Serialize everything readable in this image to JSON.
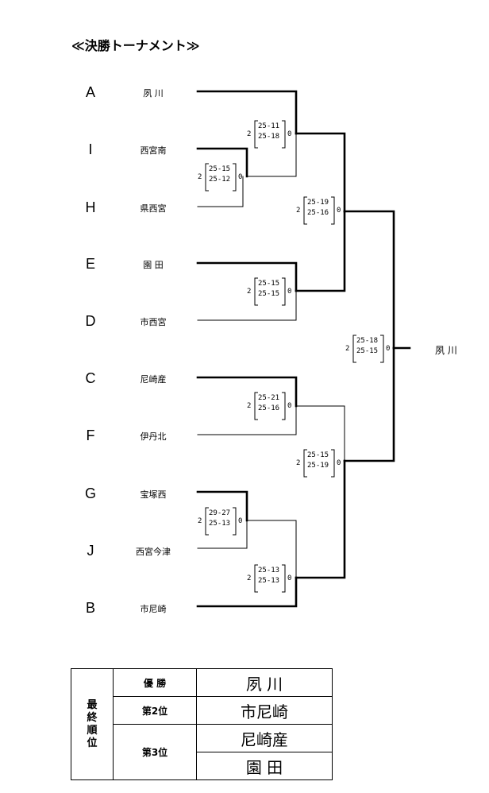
{
  "title": "≪決勝トーナメント≫",
  "bracket": {
    "entries": [
      {
        "seed": "A",
        "team": "夙 川"
      },
      {
        "seed": "I",
        "team": "西宮南"
      },
      {
        "seed": "H",
        "team": "県西宮"
      },
      {
        "seed": "E",
        "team": "園 田"
      },
      {
        "seed": "D",
        "team": "市西宮"
      },
      {
        "seed": "C",
        "team": "尼崎産"
      },
      {
        "seed": "F",
        "team": "伊丹北"
      },
      {
        "seed": "G",
        "team": "宝塚西"
      },
      {
        "seed": "J",
        "team": "西宮今津"
      },
      {
        "seed": "B",
        "team": "市尼崎"
      }
    ],
    "matches": [
      {
        "id": "m1",
        "sets": [
          "25-15",
          "25-12"
        ],
        "left": "2",
        "right": "0"
      },
      {
        "id": "m2",
        "sets": [
          "29-27",
          "25-13"
        ],
        "left": "2",
        "right": "0"
      },
      {
        "id": "m3",
        "sets": [
          "25-11",
          "25-18"
        ],
        "left": "2",
        "right": "0"
      },
      {
        "id": "m4",
        "sets": [
          "25-15",
          "25-15"
        ],
        "left": "2",
        "right": "0"
      },
      {
        "id": "m5",
        "sets": [
          "25-21",
          "25-16"
        ],
        "left": "2",
        "right": "0"
      },
      {
        "id": "m6",
        "sets": [
          "25-13",
          "25-13"
        ],
        "left": "2",
        "right": "0"
      },
      {
        "id": "m7",
        "sets": [
          "25-19",
          "25-16"
        ],
        "left": "2",
        "right": "0"
      },
      {
        "id": "m8",
        "sets": [
          "25-15",
          "25-19"
        ],
        "left": "2",
        "right": "0"
      },
      {
        "id": "m9",
        "sets": [
          "25-18",
          "25-15"
        ],
        "left": "2",
        "right": "0"
      }
    ],
    "champion": "夙 川"
  },
  "ranking": {
    "heading": [
      "最",
      "終",
      "順",
      "位"
    ],
    "rows": [
      {
        "label": "優 勝",
        "team": "夙 川"
      },
      {
        "label": "第2位",
        "team": "市尼崎"
      },
      {
        "label": "第3位",
        "teams": [
          "尼崎産",
          "園 田"
        ]
      }
    ]
  }
}
